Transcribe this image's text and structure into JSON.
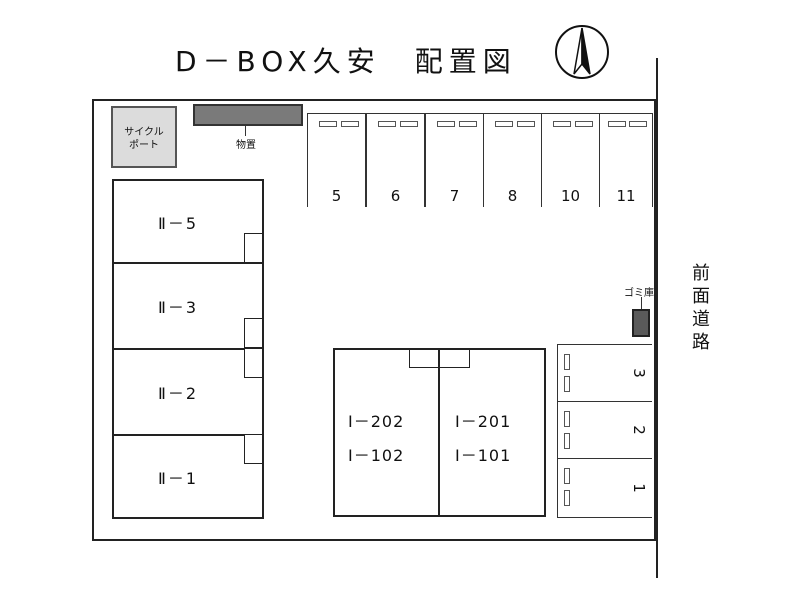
{
  "title": "D－BOX久安　配置図",
  "road_label": [
    "前",
    "面",
    "道",
    "路"
  ],
  "cycle_port": {
    "line1": "サイクル",
    "line2": "ポート"
  },
  "storage_label": "物置",
  "trash_label": "ゴミ庫",
  "parking_top": [
    "5",
    "6",
    "7",
    "8",
    "10",
    "11"
  ],
  "parking_right": [
    "3",
    "2",
    "1"
  ],
  "building_2": [
    "Ⅱ－5",
    "Ⅱ－3",
    "Ⅱ－2",
    "Ⅱ－1"
  ],
  "building_1": {
    "left_upper": "Ⅰ－202",
    "left_lower": "Ⅰ－102",
    "right_upper": "Ⅰ－201",
    "right_lower": "Ⅰ－101"
  }
}
